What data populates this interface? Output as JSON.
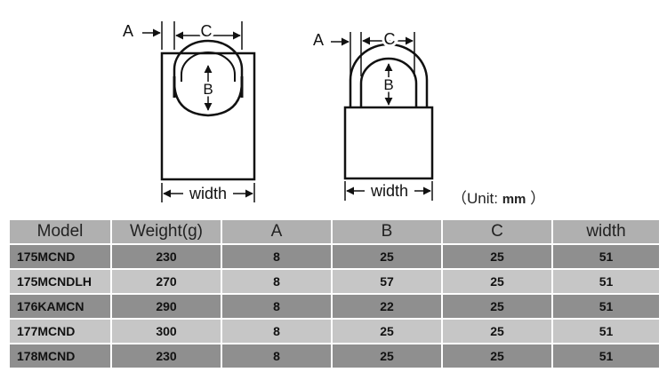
{
  "diagram": {
    "left": {
      "a_label": "A",
      "b_label": "B",
      "c_label": "C",
      "width_label": "width"
    },
    "right": {
      "a_label": "A",
      "b_label": "B",
      "c_label": "C",
      "width_label": "width"
    }
  },
  "unit_note": {
    "prefix": "（Unit:",
    "unit": "mm",
    "suffix": "）"
  },
  "table": {
    "headers": [
      "Model",
      "Weight(g)",
      "A",
      "B",
      "C",
      "width"
    ],
    "rows": [
      {
        "model": "175MCND",
        "weight": "230",
        "a": "8",
        "b": "25",
        "c": "25",
        "width": "51"
      },
      {
        "model": "175MCNDLH",
        "weight": "270",
        "a": "8",
        "b": "57",
        "c": "25",
        "width": "51"
      },
      {
        "model": "176KAMCN",
        "weight": "290",
        "a": "8",
        "b": "22",
        "c": "25",
        "width": "51"
      },
      {
        "model": "177MCND",
        "weight": "300",
        "a": "8",
        "b": "25",
        "c": "25",
        "width": "51"
      },
      {
        "model": "178MCND",
        "weight": "230",
        "a": "8",
        "b": "25",
        "c": "25",
        "width": "51"
      }
    ]
  }
}
